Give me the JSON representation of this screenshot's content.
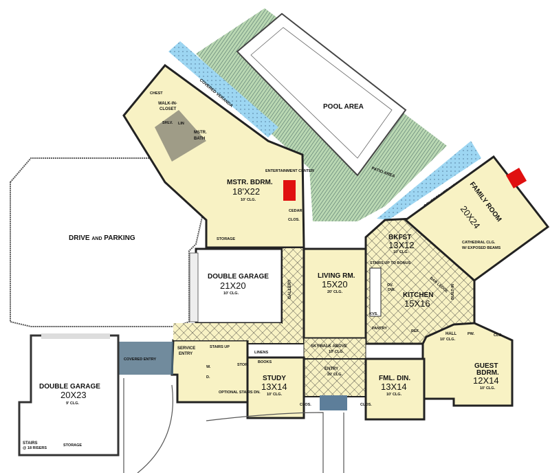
{
  "colors": {
    "room_fill": "#f8f2c4",
    "veranda": "#9dd6f2",
    "patio": "#a9c9a4",
    "wall": "#222222",
    "fireplace": "#e01010"
  },
  "rooms": {
    "pool": {
      "name": "POOL AREA"
    },
    "patio": {
      "name": "PATIO AREA"
    },
    "veranda_left": {
      "name": "COVERED VERANDA"
    },
    "veranda_right": {
      "name": "COVERED VERANDA"
    },
    "walk_in_closet": {
      "name_1": "WALK-IN-",
      "name_2": "CLOSET",
      "chest": "CHEST"
    },
    "mstr_bath": {
      "name_1": "MSTR.",
      "name_2": "BATH",
      "shlv": "SHLV.",
      "lin": "LIN"
    },
    "mstr_bdrm": {
      "name": "MSTR. BDRM.",
      "size": "18'X22",
      "ceiling": "10' CLG.",
      "ent": "ENTERTAINMENT CENTER",
      "cedar": "CEDAR",
      "clos": "CLOS.",
      "storage": "STORAGE"
    },
    "drive": {
      "name_1": "DRIVE",
      "and": "AND",
      "name_2": "PARKING"
    },
    "garage_main": {
      "name": "DOUBLE GARAGE",
      "size": "21X20",
      "ceiling": "10' CLG."
    },
    "gallery": {
      "name": "GALLERY"
    },
    "living": {
      "name": "LIVING RM.",
      "size": "15X20",
      "ceiling": "20' CLG."
    },
    "bkfst": {
      "name": "BKFST",
      "size": "13X12",
      "ceiling": "10' CLG."
    },
    "family": {
      "name": "FAMILY ROOM",
      "size": "20X24",
      "ceiling_1": "CATHEDRAL CLG.",
      "ceiling_2": "W/ EXPOSED BEAMS"
    },
    "kitchen": {
      "name": "KITCHEN",
      "size": "15X16",
      "dw": "DW.",
      "ov": "OV.",
      "kvs": "KVS.",
      "pantry": "PANTRY",
      "ref": "REF.",
      "bar": "BAR LEDGE",
      "stairs": "STAIRS UP TO BONUS",
      "built_in": "BUILT-IN"
    },
    "hall": {
      "name": "HALL",
      "ceiling": "10' CLG.",
      "pw": "PW."
    },
    "guest": {
      "name_1": "GUEST",
      "name_2": "BDRM.",
      "size": "12X14",
      "ceiling": "10' CLG.",
      "clo": "CLO."
    },
    "service": {
      "name_1": "SERVICE",
      "name_2": "ENTRY",
      "w": "W.",
      "d": "D.",
      "stairs": "STAIRS UP",
      "stor": "STOR.",
      "optional": "OPTIONAL STAIRS DN."
    },
    "skywalk": {
      "name": "SKYWALK ABOVE",
      "ceiling": "10' CLG."
    },
    "linens": "LINENS",
    "books": "BOOKS",
    "study": {
      "name": "STUDY",
      "size": "13X14",
      "ceiling": "10' CLG.",
      "clos": "CLOS."
    },
    "entry": {
      "name": "ENTRY",
      "ceiling": "20' CLG."
    },
    "fml_din": {
      "name": "FML. DIN.",
      "size": "13X14",
      "ceiling": "10' CLG.",
      "clos": "CLOS."
    },
    "covered_entry": {
      "name": "COVERED ENTRY"
    },
    "garage_lower": {
      "name": "DOUBLE GARAGE",
      "size": "20X23",
      "ceiling": "9' CLG.",
      "stairs": "STAIRS",
      "stairs_2": "@ 18 RISERS",
      "storage": "STORAGE"
    }
  }
}
